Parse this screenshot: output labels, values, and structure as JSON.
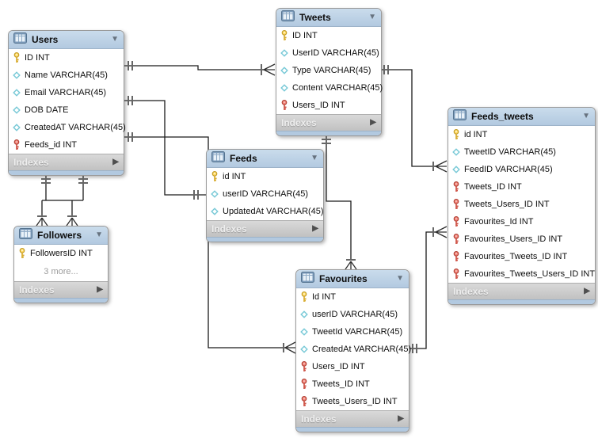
{
  "tables": [
    {
      "name": "Users",
      "footer_label": "Indexes",
      "fields": [
        {
          "icon": "primary-key",
          "text": "ID INT"
        },
        {
          "icon": "column",
          "text": "Name VARCHAR(45)"
        },
        {
          "icon": "column",
          "text": "Email VARCHAR(45)"
        },
        {
          "icon": "column",
          "text": "DOB DATE"
        },
        {
          "icon": "column",
          "text": "CreatedAT VARCHAR(45)"
        },
        {
          "icon": "foreign-key",
          "text": "Feeds_id INT"
        }
      ]
    },
    {
      "name": "Tweets",
      "footer_label": "Indexes",
      "fields": [
        {
          "icon": "primary-key",
          "text": "ID INT"
        },
        {
          "icon": "column",
          "text": "UserID VARCHAR(45)"
        },
        {
          "icon": "column",
          "text": "Type VARCHAR(45)"
        },
        {
          "icon": "column",
          "text": "Content VARCHAR(45)"
        },
        {
          "icon": "foreign-key",
          "text": "Users_ID INT"
        }
      ]
    },
    {
      "name": "Feeds",
      "footer_label": "Indexes",
      "fields": [
        {
          "icon": "primary-key",
          "text": "id INT"
        },
        {
          "icon": "column",
          "text": "userID VARCHAR(45)"
        },
        {
          "icon": "column",
          "text": "UpdatedAt VARCHAR(45)"
        }
      ]
    },
    {
      "name": "Followers",
      "footer_label": "Indexes",
      "collapsed_note": "3 more...",
      "fields": [
        {
          "icon": "primary-key",
          "text": "FollowersID INT"
        }
      ]
    },
    {
      "name": "Favourites",
      "footer_label": "Indexes",
      "fields": [
        {
          "icon": "primary-key",
          "text": "Id INT"
        },
        {
          "icon": "column",
          "text": "userID VARCHAR(45)"
        },
        {
          "icon": "column",
          "text": "TweetId VARCHAR(45)"
        },
        {
          "icon": "column",
          "text": "CreatedAt VARCHAR(45)"
        },
        {
          "icon": "foreign-key",
          "text": "Users_ID INT"
        },
        {
          "icon": "foreign-key",
          "text": "Tweets_ID INT"
        },
        {
          "icon": "foreign-key",
          "text": "Tweets_Users_ID INT"
        }
      ]
    },
    {
      "name": "Feeds_tweets",
      "footer_label": "Indexes",
      "fields": [
        {
          "icon": "primary-key",
          "text": "id INT"
        },
        {
          "icon": "column",
          "text": "TweetID VARCHAR(45)"
        },
        {
          "icon": "column",
          "text": "FeedID VARCHAR(45)"
        },
        {
          "icon": "foreign-key",
          "text": "Tweets_ID INT"
        },
        {
          "icon": "foreign-key",
          "text": "Tweets_Users_ID INT"
        },
        {
          "icon": "foreign-key",
          "text": "Favourites_Id INT"
        },
        {
          "icon": "foreign-key",
          "text": "Favourites_Users_ID INT"
        },
        {
          "icon": "foreign-key",
          "text": "Favourites_Tweets_ID INT"
        },
        {
          "icon": "foreign-key",
          "text": "Favourites_Tweets_Users_ID INT"
        }
      ]
    }
  ],
  "relationships": [
    {
      "from": "Users",
      "to": "Tweets",
      "from_end": "one-mandatory",
      "to_end": "many-mandatory"
    },
    {
      "from": "Users",
      "to": "Feeds",
      "from_end": "one-mandatory",
      "to_end": "one-mandatory"
    },
    {
      "from": "Users",
      "to": "Favourites",
      "from_end": "one-mandatory",
      "to_end": "many-mandatory"
    },
    {
      "from": "Users",
      "to": "Followers",
      "from_end": "one-mandatory",
      "to_end": "many-mandatory"
    },
    {
      "from": "Users",
      "to": "Followers",
      "from_end": "one-mandatory",
      "to_end": "many-mandatory"
    },
    {
      "from": "Tweets",
      "to": "Favourites",
      "from_end": "one-mandatory",
      "to_end": "many-mandatory"
    },
    {
      "from": "Tweets",
      "to": "Feeds_tweets",
      "from_end": "one-mandatory",
      "to_end": "many-mandatory"
    },
    {
      "from": "Favourites",
      "to": "Feeds_tweets",
      "from_end": "one-mandatory",
      "to_end": "many-mandatory"
    }
  ],
  "colors": {
    "table_header": "#b7cde4",
    "table_body": "#ffffff",
    "indexes_bar": "#c8c8c8",
    "primary_key_icon": "#edc32a",
    "foreign_key_icon": "#d95f52",
    "column_icon": "#79c7d5",
    "connector_line": "#1b1b1b",
    "connector_mark": "#666666"
  }
}
